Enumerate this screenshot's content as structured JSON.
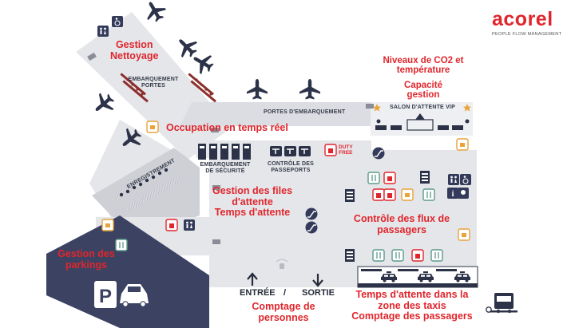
{
  "brand": {
    "name": "acorel",
    "tagline": "PEOPLE FLOW MANAGEMENT",
    "color": "#e0262c"
  },
  "colors": {
    "accent": "#e0262c",
    "floor": "#e5e6ea",
    "floor_dark": "#c8cad0",
    "parking": "#3c4262",
    "icon_navy": "#333a5a",
    "icon_orange": "#e8a33a",
    "icon_teal": "#5c9a8a"
  },
  "features": {
    "cleaning": [
      "Gestion",
      "Nettoyage"
    ],
    "co2": [
      "Niveaux de CO2 et",
      "température"
    ],
    "capacity": [
      "Capacité",
      "gestion"
    ],
    "occupancy": "Occupation en temps réel",
    "queues": [
      "Gestion des files",
      "d'attente",
      "Temps d'attente"
    ],
    "flows": [
      "Contrôle des flux de",
      "passagers"
    ],
    "parking": [
      "Gestion des",
      "parkings"
    ],
    "counting": [
      "Comptage de",
      "personnes"
    ],
    "taxi": [
      "Temps d'attente dans la",
      "zone des taxis",
      "Comptage des passagers"
    ]
  },
  "zones": {
    "boarding_gates_left": [
      "EMBARQUEMENT",
      "PORTES"
    ],
    "boarding_gates": "PORTES D'EMBARQUEMENT",
    "vip_lounge": "SALON D'ATTENTE VIP",
    "security": [
      "EMBARQUEMENT",
      "DE SÉCURITÉ"
    ],
    "passport": [
      "CONTRÔLE DES",
      "PASSEPORTS"
    ],
    "checkin": "ENREGISTREMENT",
    "duty_free": [
      "DUTY",
      "FREE"
    ]
  },
  "flows": {
    "entry": "ENTRÉE",
    "separator": "/",
    "exit": "SORTIE"
  },
  "icons": {
    "plane": "airplane-icon",
    "camera": "camera-icon",
    "wc": "restroom-icon",
    "accessible": "wheelchair-icon",
    "info": "info-icon",
    "baby": "baby-icon",
    "luggage": "luggage-icon",
    "restaurant": "restaurant-icon",
    "cafe": "coffee-icon",
    "shop": "shopping-icon",
    "escalator": "escalator-icon",
    "baggage": "baggage-claim-icon",
    "taxi": "taxi-icon",
    "bus_stop": "bus-stop-icon",
    "parking": "parking-icon",
    "car": "car-icon",
    "sensor": "sensor-icon",
    "star": "star-icon",
    "arrow_up": "arrow-up-icon",
    "arrow_down": "arrow-down-icon"
  }
}
